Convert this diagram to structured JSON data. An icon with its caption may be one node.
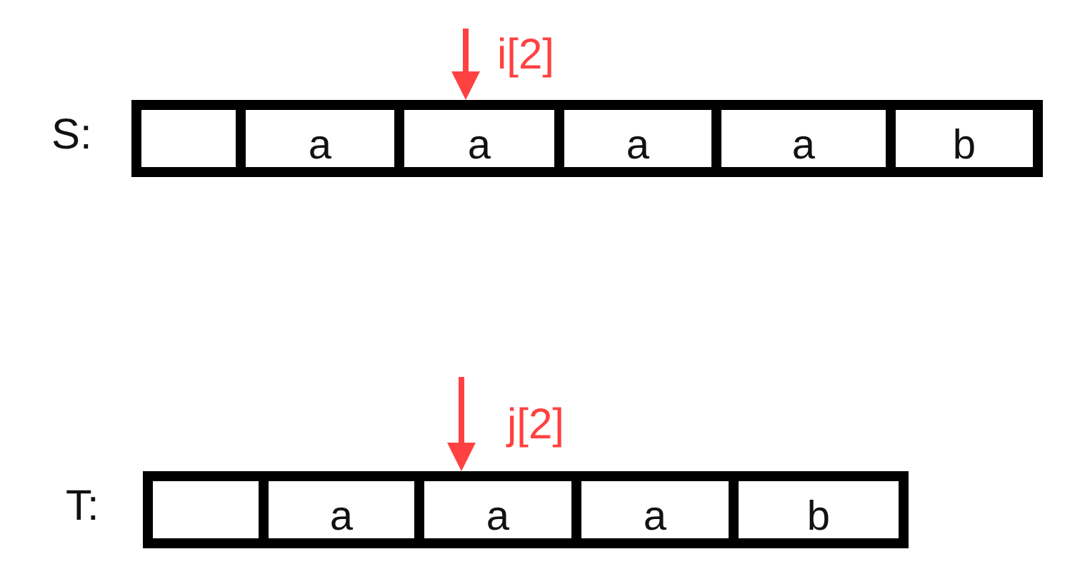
{
  "diagram": {
    "nodes": [
      {
        "text": [
          "S:"
        ]
      },
      {
        "text": [],
        "shape": "box",
        "in": 0
      },
      {
        "text": [
          "a"
        ],
        "in": 0
      },
      {
        "text": [
          "a"
        ],
        "in": 0
      },
      {
        "text": [
          "a"
        ],
        "in": 0
      },
      {
        "text": [
          "a"
        ],
        "in": 0
      },
      {
        "text": [
          "b"
        ],
        "in": 0
      },
      {
        "text": [
          "T:"
        ]
      },
      {
        "text": [],
        "shape": "box",
        "in": 7
      },
      {
        "text": [
          "a"
        ],
        "in": 7
      },
      {
        "text": [
          "a"
        ],
        "in": 7
      },
      {
        "text": [
          "a"
        ],
        "in": 7
      },
      {
        "text": [
          "b"
        ],
        "in": 7
      }
    ],
    "edges": [
      {
        "from": null,
        "to": 3,
        "arrow": "to",
        "label": "i[2]"
      },
      {
        "from": null,
        "to": 10,
        "arrow": "to",
        "label": "j[2]"
      }
    ]
  }
}
